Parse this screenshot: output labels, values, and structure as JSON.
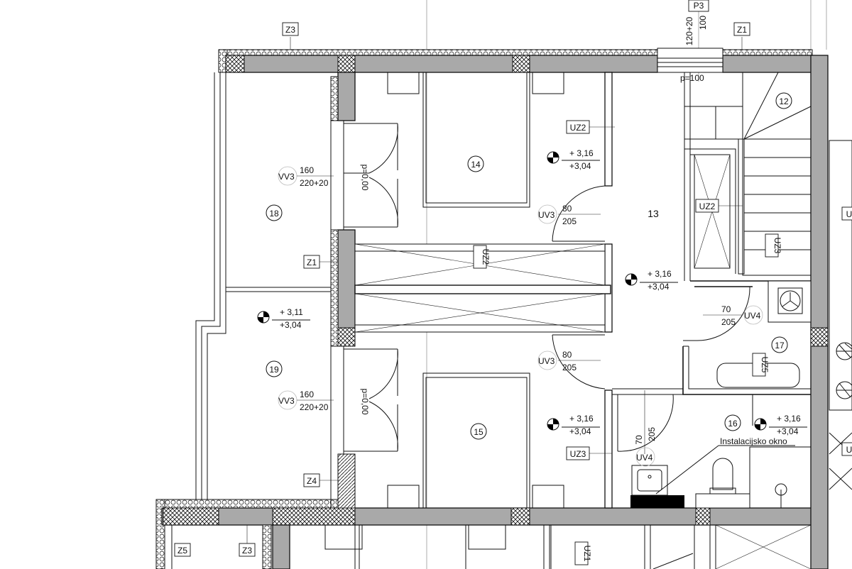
{
  "rooms": [
    {
      "id": "r12",
      "label": "12"
    },
    {
      "id": "r13",
      "label": "13"
    },
    {
      "id": "r14",
      "label": "14"
    },
    {
      "id": "r15",
      "label": "15"
    },
    {
      "id": "r16",
      "label": "16"
    },
    {
      "id": "r17",
      "label": "17"
    },
    {
      "id": "r18",
      "label": "18"
    },
    {
      "id": "r19",
      "label": "19"
    }
  ],
  "wall_tags": {
    "z3_top": "Z3",
    "z1_top": "Z1",
    "z1_mid": "Z1",
    "z4": "Z4",
    "z5": "Z5",
    "z3_bottom": "Z3",
    "uz2_a": "UZ2",
    "uz2_b": "UZ2",
    "uz2_c": "UZ2",
    "uz3_a": "UZ3",
    "uz3_b": "UZ3",
    "uz5": "UZ5",
    "uz1": "UZ1",
    "u_right_a": "U",
    "u_right_b": "U"
  },
  "openings": {
    "p3": {
      "tag": "P3",
      "w": "100",
      "h": "120+20",
      "sill": "p=100"
    },
    "vv3_top": {
      "tag": "VV3",
      "w": "160",
      "h": "220+20",
      "sill": "p=0,00"
    },
    "vv3_bottom": {
      "tag": "VV3",
      "w": "160",
      "h": "220+20",
      "sill": "p=0,00"
    },
    "uv3_top": {
      "tag": "UV3",
      "w": "80",
      "h": "205"
    },
    "uv3_bottom": {
      "tag": "UV3",
      "w": "80",
      "h": "205"
    },
    "uv4_right": {
      "tag": "UV4",
      "w": "70",
      "h": "205"
    },
    "uv4_bottom": {
      "tag": "UV4",
      "w": "70",
      "h": "205"
    }
  },
  "levels": {
    "l14": {
      "top": "+ 3,16",
      "bottom": "+3,04"
    },
    "l13": {
      "top": "+ 3,16",
      "bottom": "+3,04"
    },
    "l19": {
      "top": "+ 3,11",
      "bottom": "+3,04"
    },
    "l15": {
      "top": "+ 3,16",
      "bottom": "+3,04"
    },
    "l16": {
      "top": "+ 3,16",
      "bottom": "+3,04"
    }
  },
  "annotations": {
    "shaft": "Instalacijsko okno"
  }
}
